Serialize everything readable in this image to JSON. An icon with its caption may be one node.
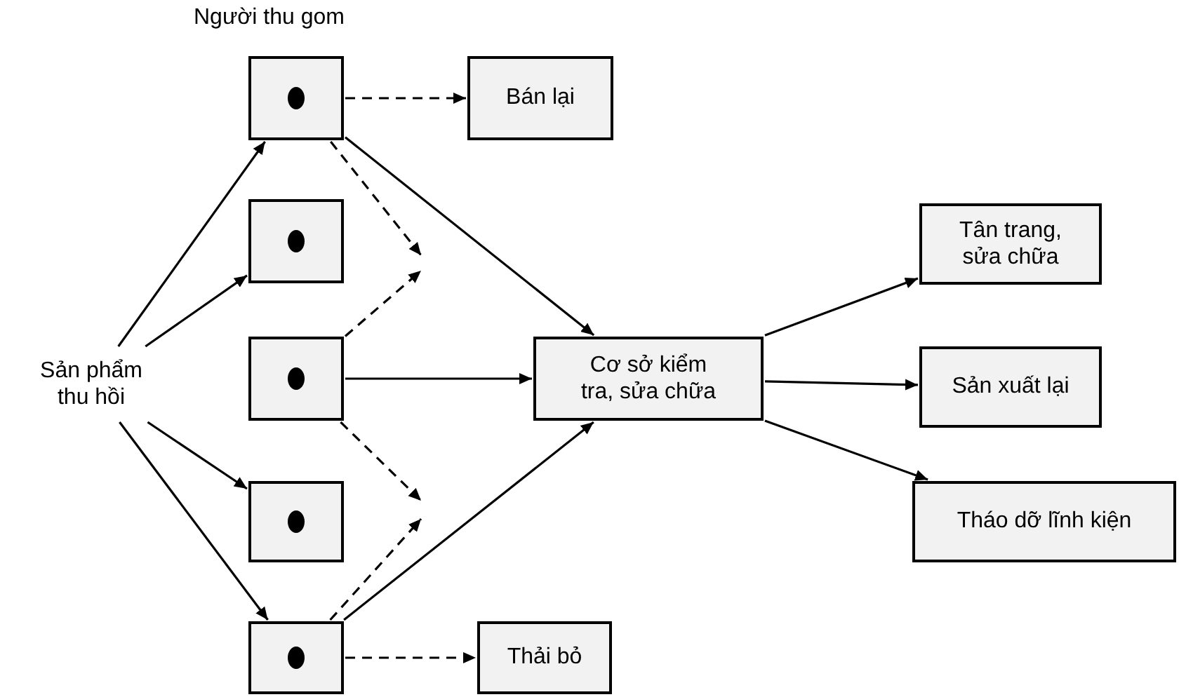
{
  "diagram": {
    "nodes": [
      {
        "text": [
          "Sản phẩm thu hồi"
        ]
      },
      {
        "text": [],
        "shape": "box"
      },
      {
        "text": [],
        "shape": "box"
      },
      {
        "text": [],
        "shape": "box"
      },
      {
        "text": [],
        "shape": "box"
      },
      {
        "text": [],
        "shape": "box"
      },
      {
        "text": [
          "Bán lại"
        ]
      },
      {
        "text": [
          "Cơ sở kiểm tra, sửa chữa"
        ]
      },
      {
        "text": [
          "Tân trang, sửa chữa"
        ]
      },
      {
        "text": [
          "Sản xuất lại"
        ]
      },
      {
        "text": [
          "Tháo dỡ lĩnh kiện"
        ]
      },
      {
        "text": [
          "Thải bỏ"
        ]
      }
    ],
    "edges": [
      {
        "from": 0,
        "to": 1,
        "arrow": "to"
      },
      {
        "from": 0,
        "to": 2,
        "arrow": "to"
      },
      {
        "from": 0,
        "to": 4,
        "arrow": "to"
      },
      {
        "from": 0,
        "to": 5,
        "arrow": "to"
      },
      {
        "from": 1,
        "to": 6,
        "arrow": "to",
        "style": "dashed"
      },
      {
        "from": 1,
        "to": null,
        "arrow": "to",
        "style": "dashed"
      },
      {
        "from": 1,
        "to": 7,
        "arrow": "to"
      },
      {
        "from": 3,
        "to": null,
        "arrow": "to",
        "style": "dashed"
      },
      {
        "from": 3,
        "to": 7,
        "arrow": "to"
      },
      {
        "from": 3,
        "to": null,
        "arrow": "to",
        "style": "dashed"
      },
      {
        "from": 5,
        "to": null,
        "arrow": "to",
        "style": "dashed"
      },
      {
        "from": 5,
        "to": 7,
        "arrow": "to"
      },
      {
        "from": 5,
        "to": 11,
        "arrow": "to",
        "style": "dashed"
      },
      {
        "from": 7,
        "to": 8,
        "arrow": "to"
      },
      {
        "from": 7,
        "to": 9,
        "arrow": "to"
      },
      {
        "from": 7,
        "to": 10,
        "arrow": "to"
      }
    ],
    "labels": [
      "Người thu gom"
    ]
  }
}
